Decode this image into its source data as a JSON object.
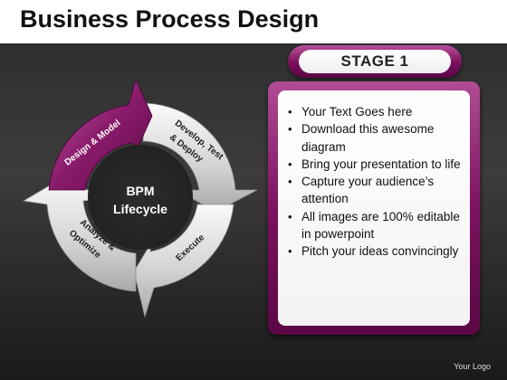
{
  "header": {
    "title": "Business Process Design"
  },
  "cycle": {
    "center_line1": "BPM",
    "center_line2": "Lifecycle",
    "segments": [
      {
        "line1": "Design & Model",
        "line2": ""
      },
      {
        "line1": "Develop, Test",
        "line2": "& Deploy"
      },
      {
        "line1": "Execute",
        "line2": ""
      },
      {
        "line1": "Analyze &",
        "line2": "Optimize"
      }
    ],
    "colors": {
      "active": "#8a1b6b",
      "inactive": "#d6d6d6"
    }
  },
  "stage": {
    "label": "STAGE 1"
  },
  "panel": {
    "bullets": [
      "Your Text Goes here",
      "Download this awesome diagram",
      "Bring your presentation to life",
      "Capture your audience’s attention",
      "All images are 100% editable in powerpoint",
      "Pitch your ideas convincingly"
    ]
  },
  "footer": {
    "logo": "Your Logo"
  },
  "colors": {
    "accent": "#7a0f5e",
    "background": "#2e2e2e"
  }
}
